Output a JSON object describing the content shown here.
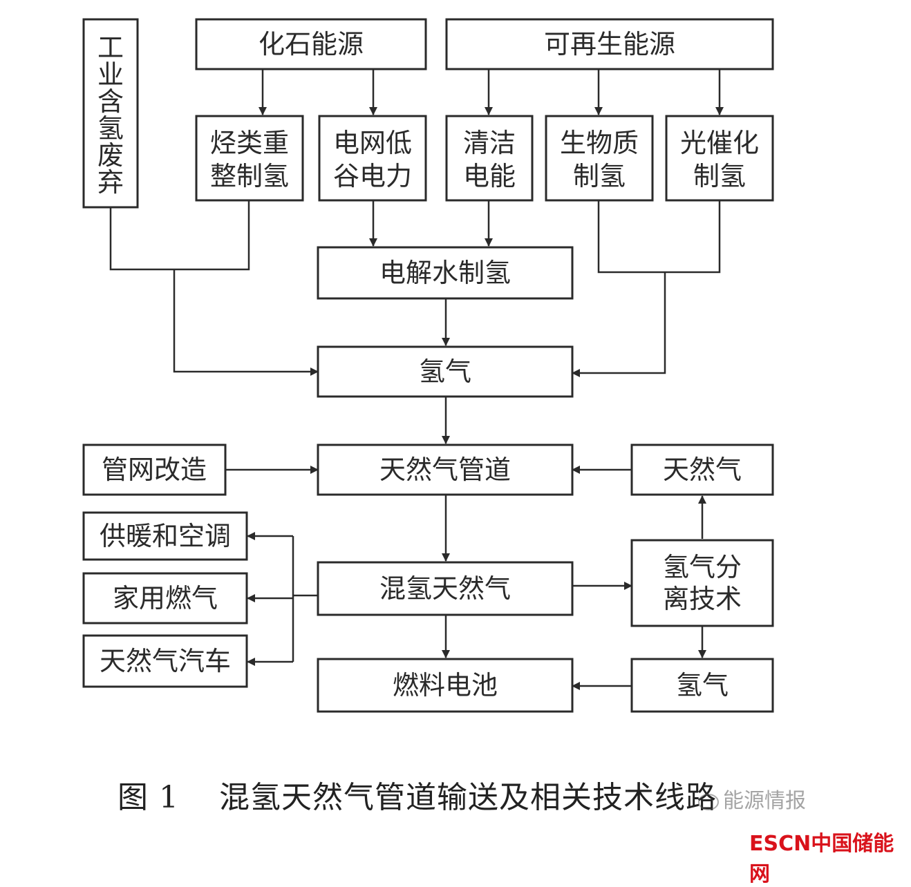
{
  "nodes": {
    "industrial_waste": "工业含氢废弃",
    "fossil": "化石能源",
    "renewable": "可再生能源",
    "hydrocarbon_reform": [
      "烃类重",
      "整制氢"
    ],
    "grid_offpeak": [
      "电网低",
      "谷电力"
    ],
    "clean_power": [
      "清洁",
      "电能"
    ],
    "biomass": [
      "生物质",
      "制氢"
    ],
    "photocatalysis": [
      "光催化",
      "制氢"
    ],
    "electrolysis": "电解水制氢",
    "hydrogen_gas": "氢气",
    "pipeline_retrofit": "管网改造",
    "ng_pipeline": "天然气管道",
    "natural_gas": "天然气",
    "heating_ac": "供暖和空调",
    "domestic_gas": "家用燃气",
    "ng_vehicle": "天然气汽车",
    "hydrogen_blended_ng": "混氢天然气",
    "separation": [
      "氢气分",
      "离技术"
    ],
    "fuel_cell": "燃料电池",
    "hydrogen_out": "氢气"
  },
  "caption": {
    "number": "图 1",
    "text": "混氢天然气管道输送及相关技术线路"
  },
  "watermarks": {
    "wechat": "能源情报",
    "escn": "ESCN中国储能网"
  },
  "colors": {
    "line": "#2a2a2a",
    "escn_red": "#d9121b"
  }
}
